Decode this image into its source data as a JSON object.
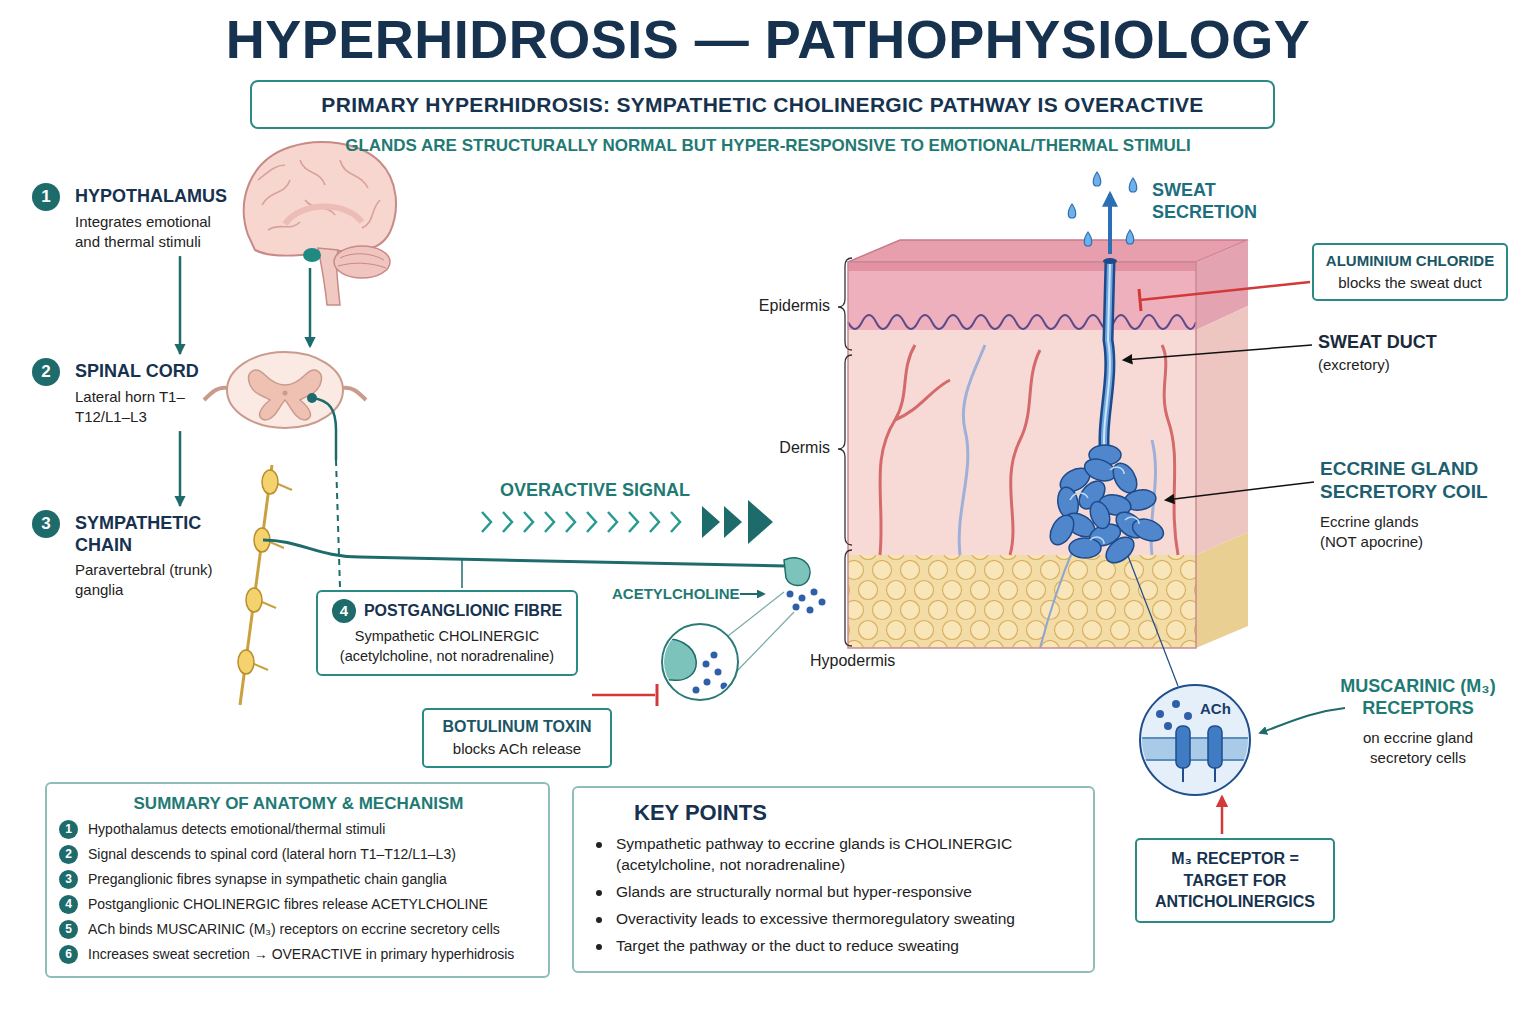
{
  "diagram": {
    "title": "HYPERHIDROSIS — PATHOPHYSIOLOGY",
    "nodes": [
      {
        "text": [
          "PRIMARY HYPERHIDROSIS: SYMPATHETIC CHOLINERGIC PATHWAY IS OVERACTIVE"
        ]
      },
      {
        "text": [
          "1",
          "HYPOTHALAMUS",
          "Integrates emotional and thermal stimuli"
        ]
      },
      {
        "text": [
          "2",
          "SPINAL CORD",
          "Lateral horn T1–T12/L1–L3"
        ]
      },
      {
        "text": [
          "3",
          "SYMPATHETIC CHAIN",
          "Paravertebral (trunk) ganglia"
        ]
      },
      {
        "text": [
          "ALUMINIUM CHLORIDE",
          "blocks the sweat duct"
        ]
      },
      {
        "text": [
          "4",
          "POSTGANGLIONIC FIBRE",
          "Sympathetic CHOLINERGIC (acetylcholine, not noradrenaline)"
        ]
      },
      {
        "text": [
          "BOTULINUM TOXIN",
          "blocks ACh release"
        ]
      },
      {
        "text": [
          "M₃ RECEPTOR = TARGET FOR ANTICHOLINERGICS"
        ]
      },
      {
        "text": [
          "SUMMARY OF ANATOMY & MECHANISM",
          "1",
          "Hypothalamus detects emotional/thermal stimuli",
          "2",
          "Signal descends to spinal cord (lateral horn T1–T12/L1–L3)",
          "3",
          "Preganglionic fibres synapse in sympathetic chain ganglia",
          "4",
          "Postganglionic CHOLINERGIC fibres release ACETYLCHOLINE",
          "5",
          "ACh binds MUSCARINIC (M₃) receptors on eccrine secretory cells",
          "6",
          "Increases sweat secretion → OVERACTIVE in primary hyperhidrosis"
        ]
      },
      {
        "text": [
          "KEY POINTS",
          "Sympathetic pathway to eccrine glands is CHOLINERGIC (acetylcholine, not noradrenaline)",
          "Glands are structurally normal but hyper-responsive",
          "Overactivity leads to excessive thermoregulatory sweating",
          "Target the pathway or the duct to reduce sweating"
        ]
      }
    ],
    "edges": [
      {
        "from": 1,
        "to": 2,
        "arrow": "to"
      },
      {
        "from": 2,
        "to": 3,
        "arrow": "to"
      }
    ],
    "labels": [
      "GLANDS ARE STRUCTURALLY NORMAL BUT HYPER-RESPONSIVE TO EMOTIONAL/THERMAL STIMULI",
      "SWEAT SECRETION",
      "Epidermis",
      "Dermis",
      "Hypodermis",
      "SWEAT DUCT",
      "(excretory)",
      "ECCRINE GLAND SECRETORY COIL",
      "Eccrine glands (NOT apocrine)",
      "OVERACTIVE SIGNAL",
      "ACETYLCHOLINE",
      "ACh",
      "MUSCARINIC (M₃) RECEPTORS",
      "on eccrine gland secretory cells"
    ]
  }
}
